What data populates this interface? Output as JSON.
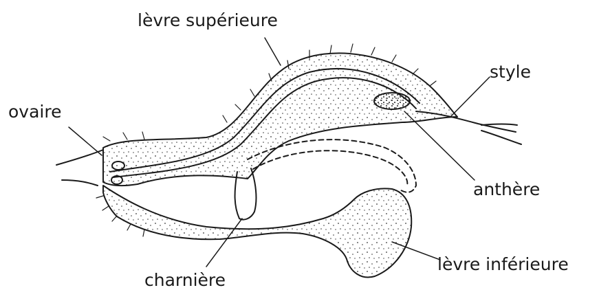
{
  "labels": {
    "upper_lip": "lèvre supérieure",
    "ovary": "ovaire",
    "style": "style",
    "anther": "anthère",
    "hinge": "charnière",
    "lower_lip": "lèvre inférieure"
  },
  "colors": {
    "ink": "#1a1a1a",
    "background": "#ffffff"
  }
}
